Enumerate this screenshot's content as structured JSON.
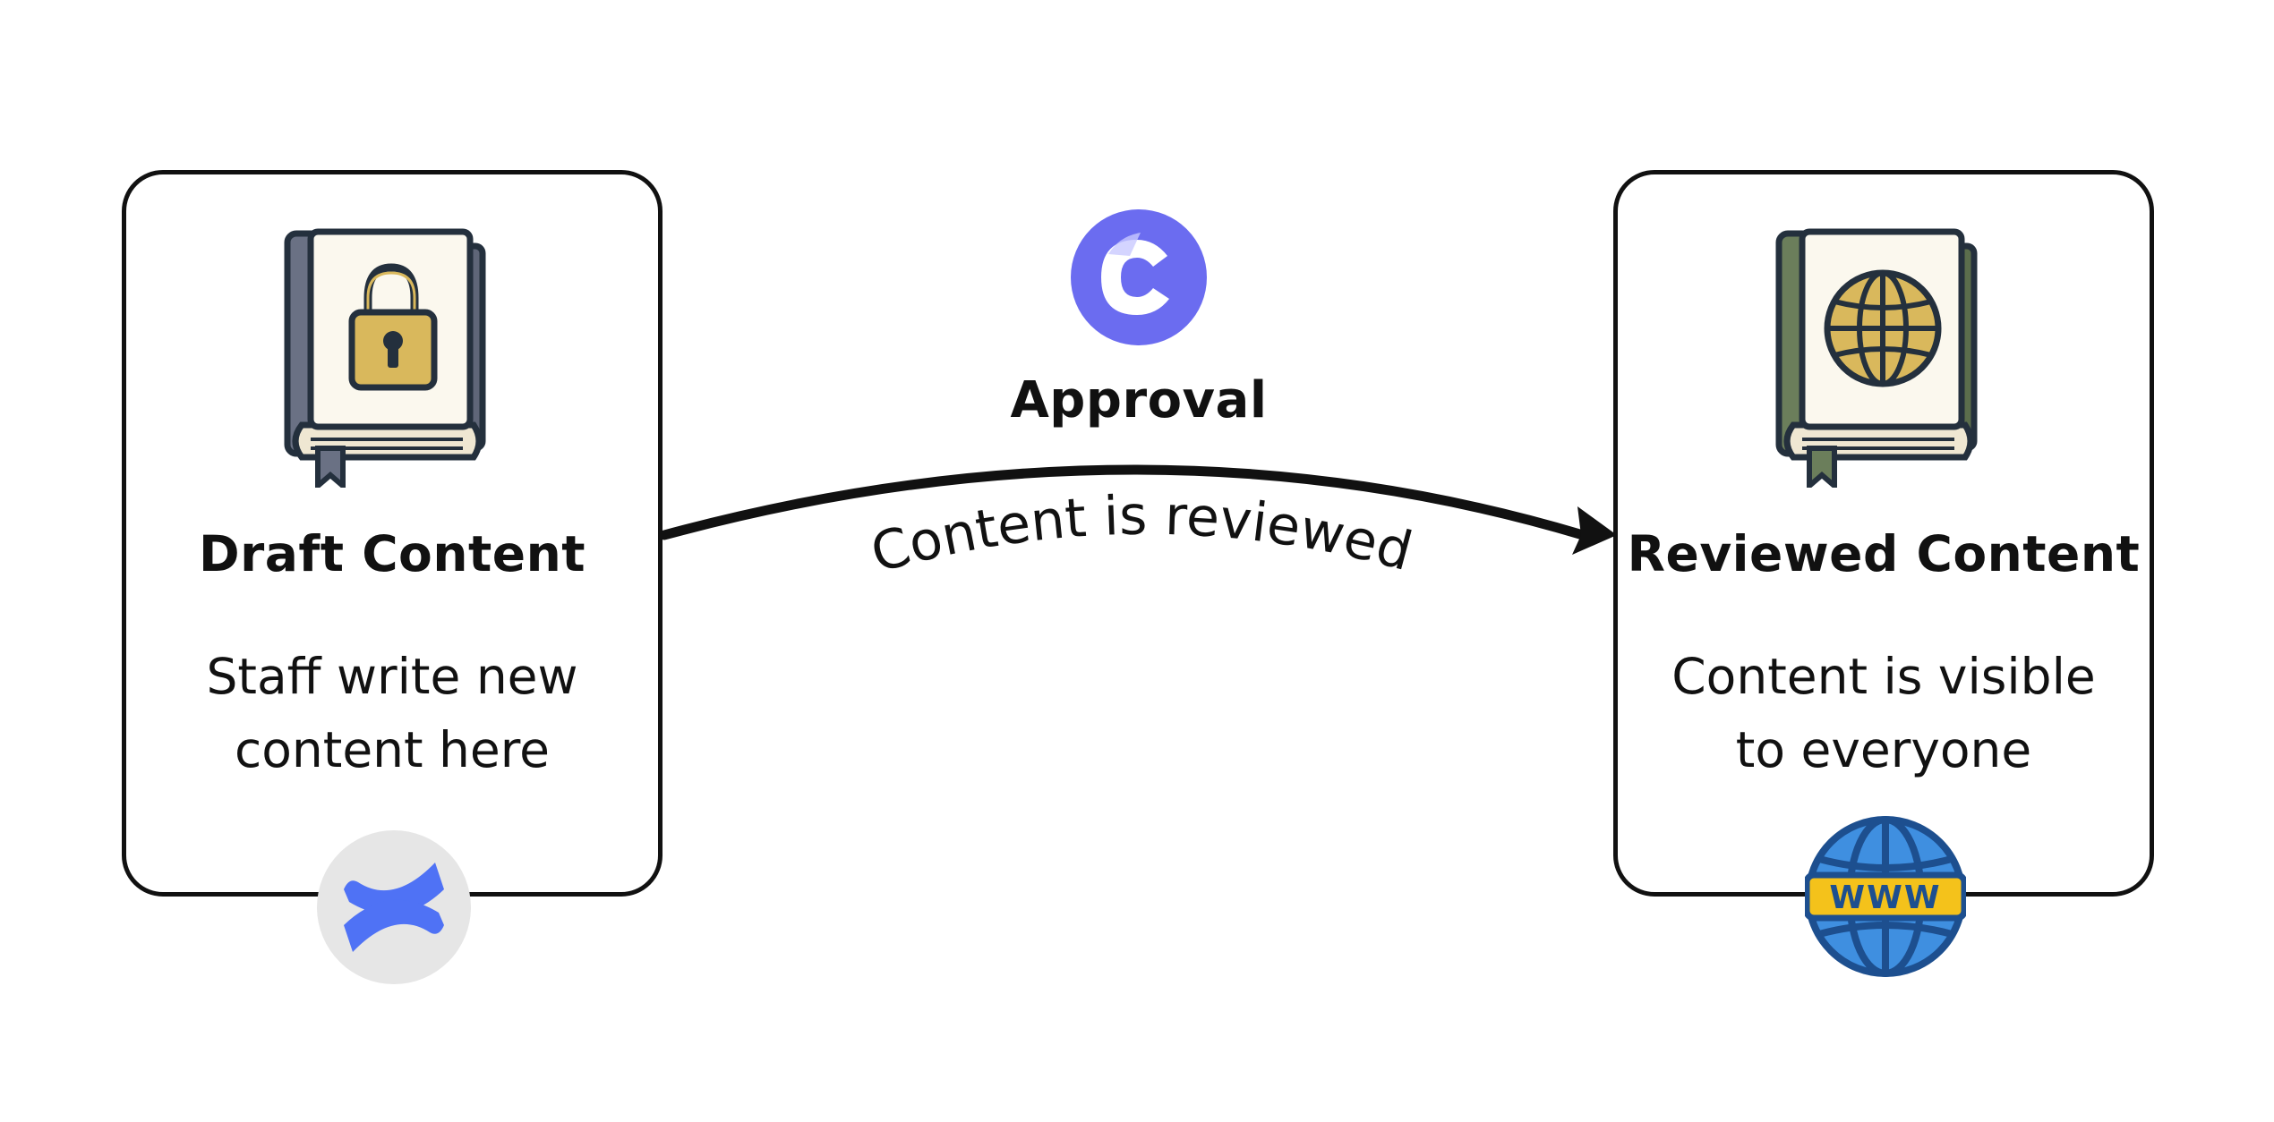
{
  "nodes": {
    "draft": {
      "title": "Draft Content",
      "description": "Staff write new\ncontent here",
      "icon": "book-lock-icon",
      "badge": "confluence-logo"
    },
    "reviewed": {
      "title": "Reviewed Content",
      "description": "Content is visible\nto everyone",
      "icon": "book-globe-icon",
      "badge": "www-globe-icon",
      "badge_text": "WWW"
    }
  },
  "edge": {
    "label": "Approval",
    "caption": "Content is reviewed",
    "logo": "approval-c-logo"
  },
  "colors": {
    "stroke": "#111111",
    "book_page": "#fbf8ee",
    "lock_gold": "#d9b85c",
    "draft_cover": "#6a7184",
    "reviewed_cover": "#6b7e5b",
    "approval_purple": "#6b6cf0",
    "confluence_blue": "#4f72f5",
    "www_blue": "#2d71c6",
    "www_yellow": "#f4c21b"
  }
}
